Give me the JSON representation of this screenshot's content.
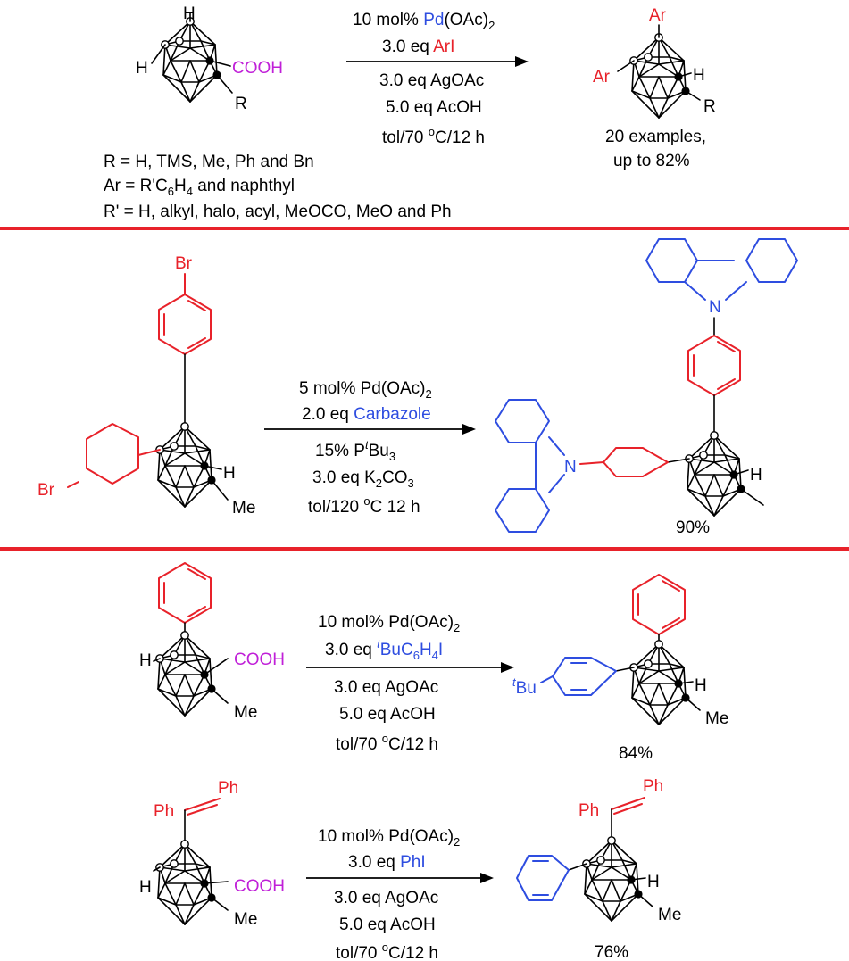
{
  "colors": {
    "black": "#000000",
    "blue": "#2e4de0",
    "red": "#e8222a",
    "magenta": "#c020d8",
    "divider": "#e8222a"
  },
  "scheme1": {
    "sm_h_top": "H",
    "sm_h_left": "H",
    "sm_cooh": "COOH",
    "sm_r": "R",
    "cond_pd_pre": "10 mol% ",
    "cond_pd": "Pd",
    "cond_oac": "(OAc)",
    "cond_sub2": "2",
    "cond_eq1": "3.0 eq ",
    "cond_ari": "ArI",
    "cond_agoac": "3.0 eq AgOAc",
    "cond_acoh": "5.0 eq AcOH",
    "cond_temp_a": "tol/70 ",
    "cond_o": "o",
    "cond_temp_b": "C/12 h",
    "prod_ar_top": "Ar",
    "prod_ar_left": "Ar",
    "prod_h": "H",
    "prod_r": "R",
    "yield_line1": "20 examples,",
    "yield_line2": "up to 82%",
    "def_r": "R = H, TMS, Me, Ph and Bn",
    "def_ar_pre": "Ar = R'C",
    "def_ar_sub6": "6",
    "def_ar_h": "H",
    "def_ar_sub4": "4",
    "def_ar_post": " and naphthyl",
    "def_rp": "R' = H, alkyl, halo, acyl, MeOCO, MeO and Ph"
  },
  "scheme2": {
    "sm_br_top": "Br",
    "sm_br_left": "Br",
    "sm_h": "H",
    "sm_me": "Me",
    "cond_pd": "5 mol% Pd(OAc)",
    "cond_sub2": "2",
    "cond_eq": "2.0 eq ",
    "cond_carbazole": "Carbazole",
    "cond_ligand_a": "15% P",
    "cond_ligand_t": "t",
    "cond_ligand_b": "Bu",
    "cond_ligand_sub3": "3",
    "cond_base_a": "3.0 eq K",
    "cond_base_sub2": "2",
    "cond_base_b": "CO",
    "cond_base_sub3": "3",
    "cond_temp_a": "tol/120 ",
    "cond_o": "o",
    "cond_temp_b": "C 12 h",
    "prod_n_top": "N",
    "prod_n_left": "N",
    "prod_h": "H",
    "yield": "90%"
  },
  "scheme3": {
    "sm_h": "H",
    "sm_cooh": "COOH",
    "sm_me": "Me",
    "cond_pd": "10 mol% Pd(OAc)",
    "cond_sub2": "2",
    "cond_eq": "3.0 eq ",
    "cond_t": "t",
    "cond_reagent_a": "BuC",
    "cond_reagent_sub6": "6",
    "cond_reagent_h": "H",
    "cond_reagent_sub4": "4",
    "cond_reagent_i": "I",
    "cond_agoac": "3.0 eq AgOAc",
    "cond_acoh": "5.0 eq AcOH",
    "cond_temp_a": "tol/70 ",
    "cond_o": "o",
    "cond_temp_b": "C/12 h",
    "prod_t": "t",
    "prod_bu": "Bu",
    "prod_h": "H",
    "prod_me": "Me",
    "yield": "84%"
  },
  "scheme4": {
    "sm_ph_top": "Ph",
    "sm_ph_left": "Ph",
    "sm_h": "H",
    "sm_cooh": "COOH",
    "sm_me": "Me",
    "cond_pd": "10 mol% Pd(OAc)",
    "cond_sub2": "2",
    "cond_eq": "3.0 eq ",
    "cond_phi": "PhI",
    "cond_agoac": "3.0 eq AgOAc",
    "cond_acoh": "5.0 eq AcOH",
    "cond_temp_a": "tol/70 ",
    "cond_o": "o",
    "cond_temp_b": "C/12 h",
    "prod_ph_top": "Ph",
    "prod_ph_left": "Ph",
    "prod_h": "H",
    "prod_me": "Me",
    "yield": "76%"
  }
}
